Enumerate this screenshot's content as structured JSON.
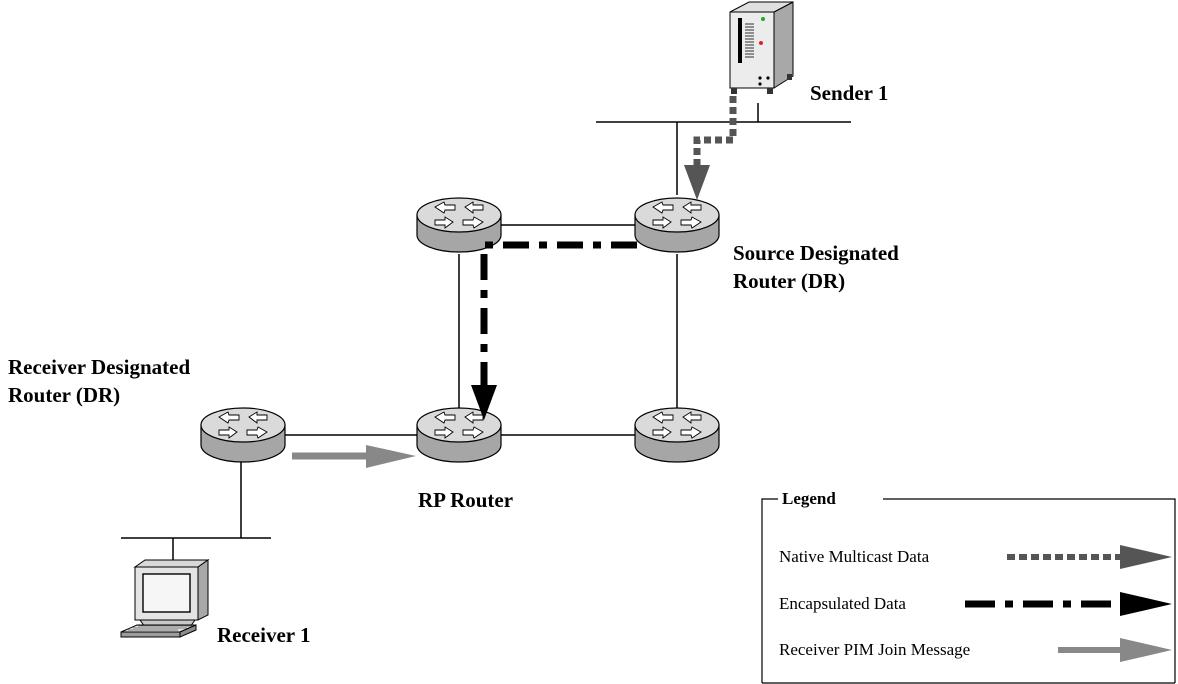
{
  "labels": {
    "sender": "Sender 1",
    "source_dr_line1": "Source Designated",
    "source_dr_line2": "Router (DR)",
    "receiver_dr_line1": "Receiver Designated",
    "receiver_dr_line2": "Router (DR)",
    "rp_router": "RP Router",
    "receiver": "Receiver 1"
  },
  "legend": {
    "title": "Legend",
    "items": [
      {
        "label": "Native Multicast Data",
        "color": "#555555",
        "style": "dotted"
      },
      {
        "label": "Encapsulated Data",
        "color": "#000000",
        "style": "dash-dot"
      },
      {
        "label": "Receiver PIM Join Message",
        "color": "#888888",
        "style": "solid"
      }
    ]
  },
  "icons": {
    "router": "router-icon",
    "server": "server-icon",
    "workstation": "workstation-icon"
  },
  "colors": {
    "router_top": "#dcdcdc",
    "router_side": "#a8a8a8",
    "native": "#555555",
    "encapsulated": "#000000",
    "pim_join": "#888888"
  }
}
